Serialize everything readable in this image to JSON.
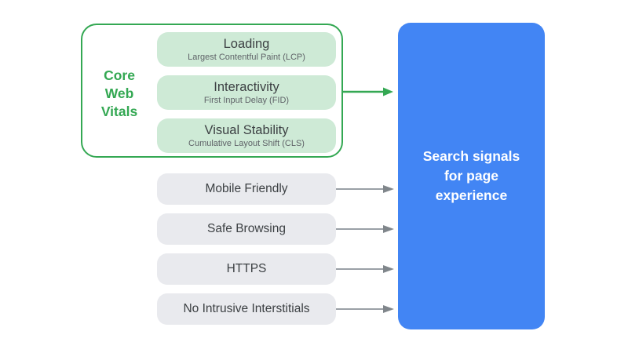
{
  "colors": {
    "background": "#FFFFFF",
    "green": "#34A853",
    "green_pill": "#CEEAD6",
    "gray_pill": "#E9EAEE",
    "blue": "#4285F4",
    "arrow_gray": "#9AA0A6",
    "arrow_gray_head": "#80868B",
    "title_text": "#3C4043",
    "subtitle_text": "#5F6368",
    "result_text": "#FFFFFF"
  },
  "core_web_vitals": {
    "group_label": "Core Web Vitals",
    "pills": [
      {
        "title": "Loading",
        "subtitle": "Largest Contentful Paint (LCP)"
      },
      {
        "title": "Interactivity",
        "subtitle": "First Input Delay (FID)"
      },
      {
        "title": "Visual Stability",
        "subtitle": "Cumulative Layout Shift (CLS)"
      }
    ]
  },
  "other_signals": [
    {
      "label": "Mobile Friendly"
    },
    {
      "label": "Safe Browsing"
    },
    {
      "label": "HTTPS"
    },
    {
      "label": "No Intrusive Interstitials"
    }
  ],
  "result_box": {
    "label": "Search signals for page experience"
  }
}
